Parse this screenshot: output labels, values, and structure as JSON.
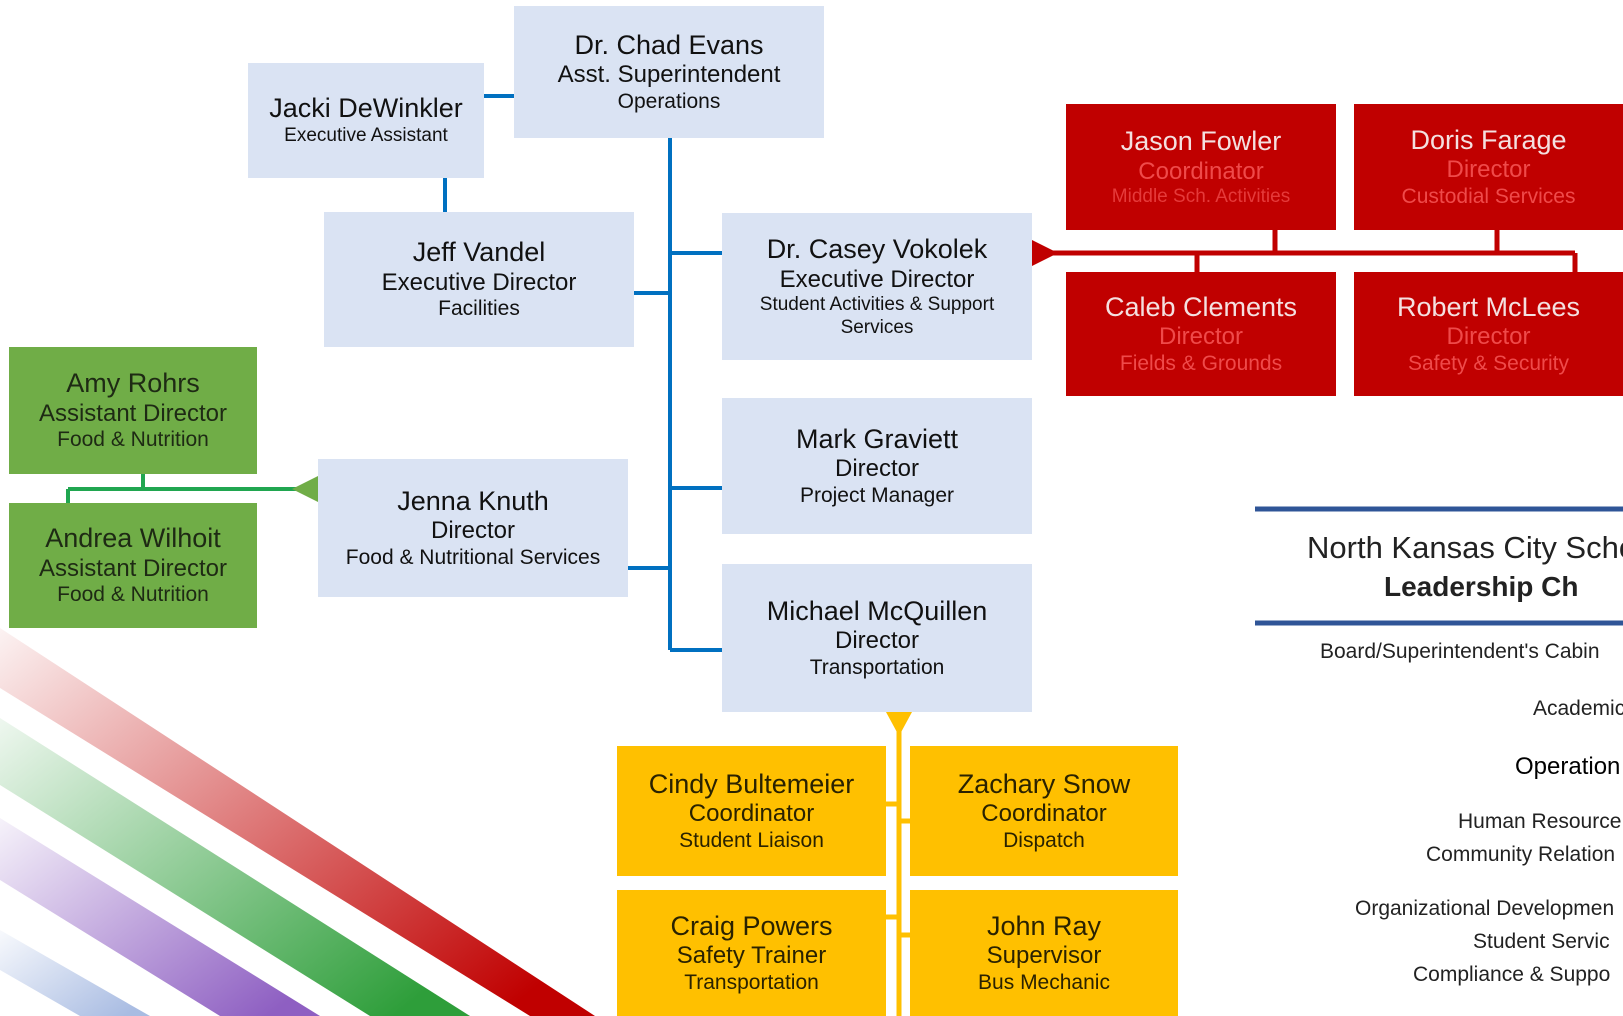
{
  "boxes": {
    "chad_evans": {
      "name": "Dr. Chad Evans",
      "title": "Asst. Superintendent",
      "dept": "Operations"
    },
    "jacki": {
      "name": "Jacki DeWinkler",
      "title": "Executive Assistant"
    },
    "jeff": {
      "name": "Jeff Vandel",
      "title": "Executive Director",
      "dept": "Facilities"
    },
    "casey": {
      "name": "Dr. Casey Vokolek",
      "title": "Executive Director",
      "dept": "Student Activities & Support Services"
    },
    "mark": {
      "name": "Mark Graviett",
      "title": "Director",
      "dept": "Project Manager"
    },
    "jenna": {
      "name": "Jenna Knuth",
      "title": "Director",
      "dept": "Food & Nutritional Services"
    },
    "michael": {
      "name": "Michael McQuillen",
      "title": "Director",
      "dept": "Transportation"
    },
    "amy": {
      "name": "Amy Rohrs",
      "title": "Assistant Director",
      "dept": "Food & Nutrition"
    },
    "andrea": {
      "name": "Andrea Wilhoit",
      "title": "Assistant Director",
      "dept": "Food & Nutrition"
    },
    "jason": {
      "name": "Jason Fowler",
      "title": "Coordinator",
      "dept": "Middle Sch. Activities"
    },
    "doris": {
      "name": "Doris Farage",
      "title": "Director",
      "dept": "Custodial Services"
    },
    "caleb": {
      "name": "Caleb Clements",
      "title": "Director",
      "dept": "Fields & Grounds"
    },
    "robert": {
      "name": "Robert McLees",
      "title": "Director",
      "dept": "Safety & Security"
    },
    "cindy": {
      "name": "Cindy Bultemeier",
      "title": "Coordinator",
      "dept": "Student Liaison"
    },
    "zachary": {
      "name": "Zachary Snow",
      "title": "Coordinator",
      "dept": "Dispatch"
    },
    "craig": {
      "name": "Craig Powers",
      "title": "Safety Trainer",
      "dept": "Transportation"
    },
    "john": {
      "name": "John Ray",
      "title": "Supervisor",
      "dept": "Bus Mechanic"
    }
  },
  "panel": {
    "heading": "North Kansas City Scho",
    "subheading": "Leadership Ch",
    "items": [
      "Board/Superintendent's Cabin",
      "Academic",
      "Operation",
      "Human Resource",
      "Community Relation",
      "Organizational Developmen",
      "Student Servic",
      "Compliance & Suppo"
    ]
  },
  "colors": {
    "blue_box": "#dae3f3",
    "connector_blue": "#0070c0",
    "red_box": "#c00000",
    "green_box": "#70ad47",
    "gold_box": "#ffc000",
    "panel_rule": "#2f5597"
  }
}
